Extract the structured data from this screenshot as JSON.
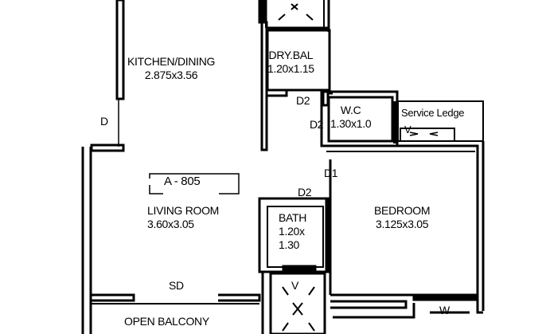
{
  "unit_id": "A - 805",
  "rooms": {
    "kitchen": {
      "name": "KITCHEN/DINING",
      "size": "2.875x3.56"
    },
    "dry_bal": {
      "name": "DRY.BAL",
      "size": "1.20x1.15"
    },
    "wc": {
      "name": "W.C",
      "size": "1.30x1.0"
    },
    "service_ledge": {
      "name": "Service Ledge"
    },
    "living": {
      "name": "LIVING ROOM",
      "size": "3.60x3.05"
    },
    "bath": {
      "name": "BATH",
      "size_line1": "1.20x",
      "size_line2": "1.30"
    },
    "bedroom": {
      "name": "BEDROOM",
      "size": "3.125x3.05"
    },
    "balcony": {
      "name": "OPEN BALCONY"
    }
  },
  "doors": {
    "d": "D",
    "d1": "D1",
    "d2_dry": "D2",
    "d2_wc": "D2",
    "d2_bath": "D2",
    "sd": "SD"
  },
  "windows": {
    "w": "W",
    "v_bath": "V",
    "v_ledge": "V"
  },
  "colors": {
    "wall": "#000000",
    "background": "#ffffff"
  }
}
